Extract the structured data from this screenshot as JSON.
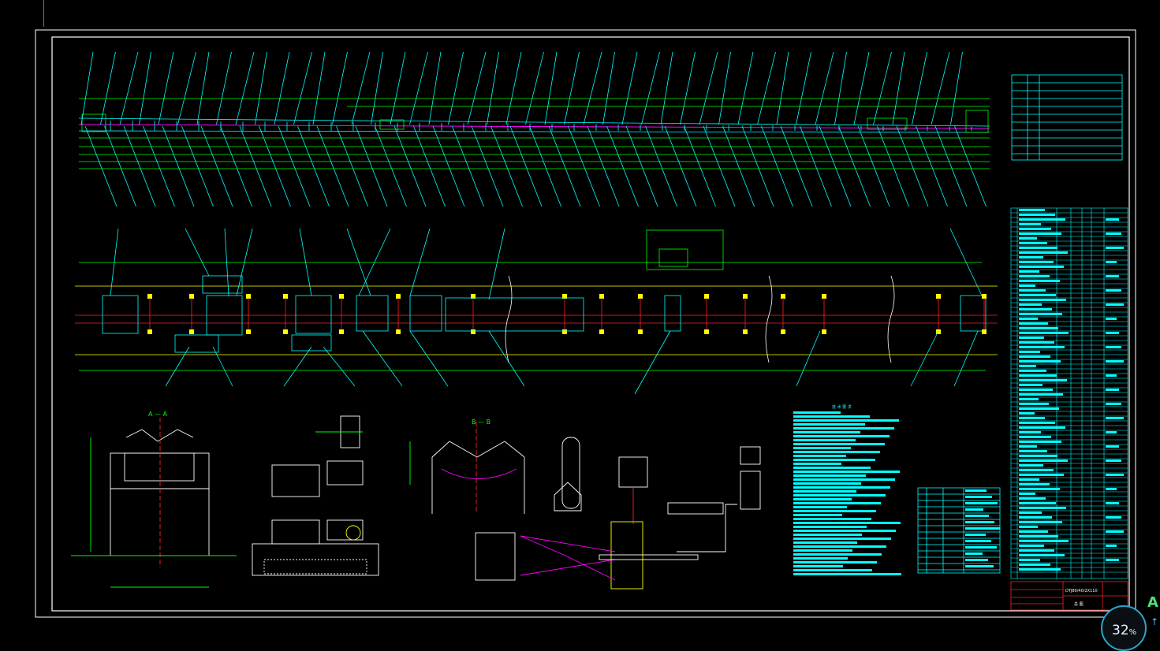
{
  "viewer": {
    "zoom_text": "32",
    "zoom_unit": "%",
    "side_letter": "A",
    "up_arrow": "↑"
  },
  "drawing": {
    "colors": {
      "background": "#000000",
      "frame": "#ffffff",
      "green": "#00ff00",
      "cyan": "#00ffff",
      "red": "#ff2020",
      "yellow": "#ffff00",
      "magenta": "#ff00ff",
      "white": "#ffffff"
    },
    "title_block": {
      "drawing_no": "DTJ80/40/2X110",
      "subtitle": "总 图"
    },
    "tech_req_heading": "技 术 要 求",
    "section_a_label": "A — A",
    "section_b_label": "B — B"
  }
}
